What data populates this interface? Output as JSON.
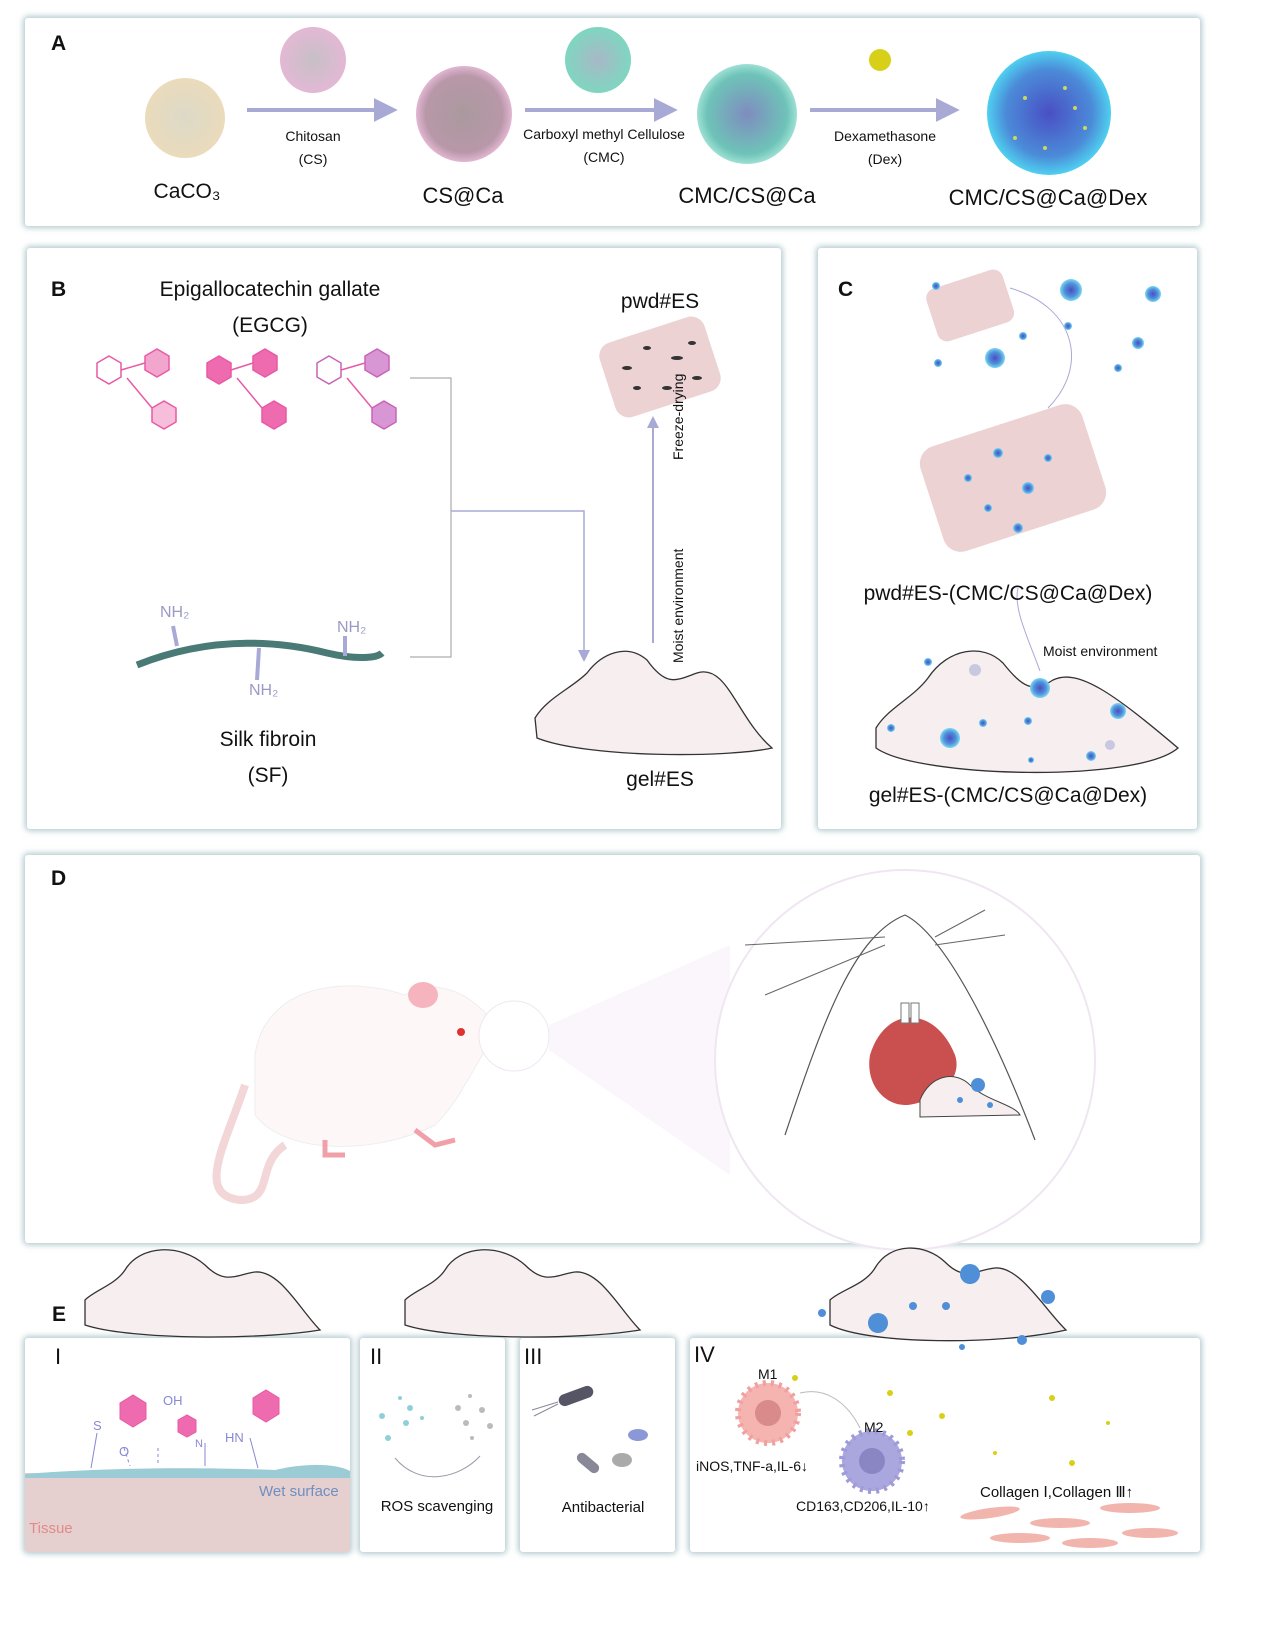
{
  "panel_a": {
    "label": "A",
    "stages": [
      "CaCO₃",
      "CS@Ca",
      "CMC/CS@Ca",
      "CMC/CS@Ca@Dex"
    ],
    "arrows": [
      {
        "line1": "Chitosan",
        "line2": "(CS)"
      },
      {
        "line1": "Carboxyl methyl Cellulose",
        "line2": "(CMC)"
      },
      {
        "line1": "Dexamethasone",
        "line2": "(Dex)"
      }
    ]
  },
  "panel_b": {
    "label": "B",
    "egcg_name": "Epigallocatechin gallate",
    "egcg_abbr": "(EGCG)",
    "sf_name": "Silk fibroin",
    "sf_abbr": "(SF)",
    "nh2": "NH₂",
    "pwd": "pwd#ES",
    "gel": "gel#ES",
    "freeze": "Freeze-drying",
    "moist": "Moist environment"
  },
  "panel_c": {
    "label": "C",
    "pwd": "pwd#ES-(CMC/CS@Ca@Dex)",
    "moist": "Moist environment",
    "gel": "gel#ES-(CMC/CS@Ca@Dex)"
  },
  "panel_d": {
    "label": "D"
  },
  "panel_e": {
    "label": "E",
    "sub": [
      {
        "numeral": "I",
        "texts": [
          "Wet surface",
          "Tissue"
        ]
      },
      {
        "numeral": "II",
        "texts": [
          "ROS scavenging"
        ]
      },
      {
        "numeral": "III",
        "texts": [
          "Antibacterial"
        ]
      },
      {
        "numeral": "IV",
        "texts": [
          "M1",
          "M2",
          "iNOS,TNF-a,IL-6↓",
          "CD163,CD206,IL-10↑",
          "Collagen Ⅰ,Collagen Ⅲ↑"
        ]
      }
    ],
    "chem": [
      "OH",
      "S",
      "O",
      "HN",
      "N"
    ]
  },
  "colors": {
    "arrow": "#a9a9d6",
    "border": "#8fb3bb",
    "pink": "#e85aa5",
    "gel": "#f7eef0",
    "blue": "#3f8fd6"
  }
}
